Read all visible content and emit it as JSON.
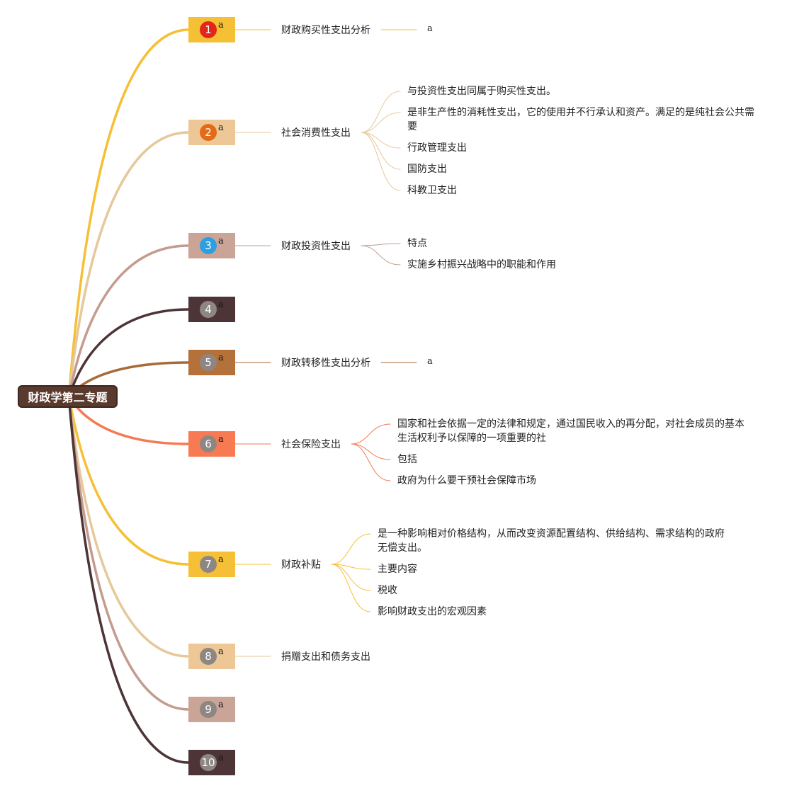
{
  "root": {
    "label": "财政学第二专题"
  },
  "colors": {
    "root_bg": "#5b3a2e",
    "root_border": "#3e2620"
  },
  "topics": [
    {
      "number": "1",
      "box_label": "a",
      "box_color": "#f6c036",
      "circle_color": "#e2261a",
      "line_color": "#f6c036",
      "branch": "财政购买性支出分析",
      "leaves": [],
      "tail": "a"
    },
    {
      "number": "2",
      "box_label": "a",
      "box_color": "#edc896",
      "circle_color": "#e56a18",
      "line_color": "#e6c99a",
      "branch": "社会消费性支出",
      "leaves": [
        "与投资性支出同属于购买性支出。",
        "是非生产性的消耗性支出，它的使用并不行承认和资产。满足的是纯社会公共需要",
        "行政管理支出",
        "国防支出",
        "科教卫支出"
      ],
      "tail": ""
    },
    {
      "number": "3",
      "box_label": "a",
      "box_color": "#c9a497",
      "circle_color": "#2d9ee0",
      "line_color": "#c39c8f",
      "branch": "财政投资性支出",
      "leaves": [
        "特点",
        "实施乡村振兴战略中的职能和作用"
      ],
      "tail": ""
    },
    {
      "number": "4",
      "box_label": "a",
      "box_color": "#4d3437",
      "circle_color": "#8e8683",
      "line_color": "#4d3437",
      "branch": "",
      "leaves": [],
      "tail": ""
    },
    {
      "number": "5",
      "box_label": "a",
      "box_color": "#b47139",
      "circle_color": "#8e8683",
      "line_color": "#a86a37",
      "branch": "财政转移性支出分析",
      "leaves": [],
      "tail": "a"
    },
    {
      "number": "6",
      "box_label": "a",
      "box_color": "#f77a52",
      "circle_color": "#8e8683",
      "line_color": "#f47a52",
      "branch": "社会保险支出",
      "leaves": [
        "国家和社会依据一定的法律和规定，通过国民收入的再分配，对社会成员的基本生活权利予以保障的一项重要的社",
        "包括",
        "政府为什么要干预社会保障市场"
      ],
      "tail": ""
    },
    {
      "number": "7",
      "box_label": "a",
      "box_color": "#f6c036",
      "circle_color": "#8e8683",
      "line_color": "#f6c036",
      "branch": "财政补贴",
      "leaves": [
        "是一种影响相对价格结构，从而改变资源配置结构、供给结构、需求结构的政府无偿支出。",
        "主要内容",
        "税收",
        "影响财政支出的宏观因素"
      ],
      "tail": ""
    },
    {
      "number": "8",
      "box_label": "a",
      "box_color": "#edc896",
      "circle_color": "#8e8683",
      "line_color": "#e6c99a",
      "branch": "捐赠支出和债务支出",
      "leaves": [],
      "tail": ""
    },
    {
      "number": "9",
      "box_label": "a",
      "box_color": "#c9a497",
      "circle_color": "#8e8683",
      "line_color": "#c39c8f",
      "branch": "",
      "leaves": [],
      "tail": ""
    },
    {
      "number": "10",
      "box_label": "a",
      "box_color": "#4d3437",
      "circle_color": "#8e8683",
      "line_color": "#4d3437",
      "branch": "",
      "leaves": [],
      "tail": ""
    }
  ]
}
